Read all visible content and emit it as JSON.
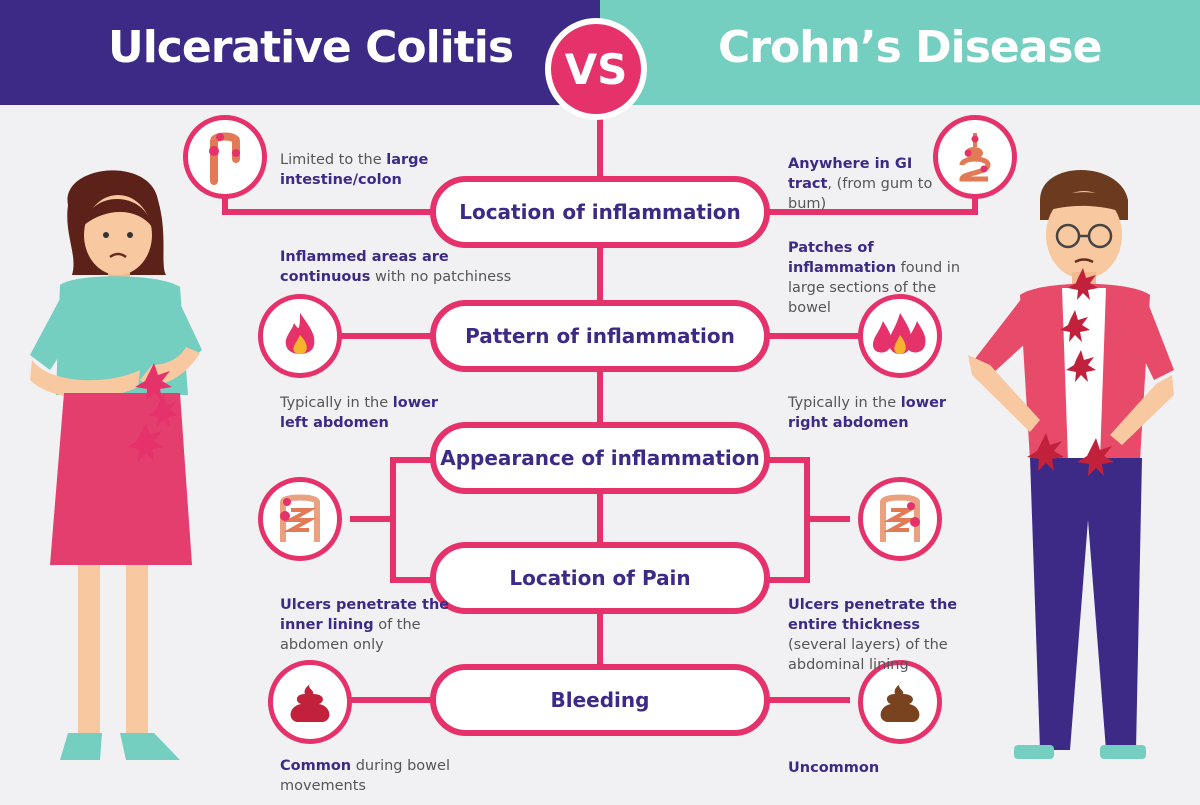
{
  "header": {
    "left_title": "Ulcerative Colitis",
    "vs": "VS",
    "right_title": "Crohn’s Disease"
  },
  "categories": [
    "Location of inflammation",
    "Pattern of inflammation",
    "Appearance of inflammation",
    "Location of Pain",
    "Bleeding"
  ],
  "uc": {
    "location": {
      "pre": "Limited to the ",
      "bold": "large intestine/colon",
      "post": ""
    },
    "pattern": {
      "pre": "",
      "bold": "Inflammed areas are continuous",
      "post": " with no patchiness"
    },
    "pain": {
      "pre": "Typically in the ",
      "bold": "lower left abdomen",
      "post": ""
    },
    "appearance": {
      "pre": "",
      "bold": "Ulcers penetrate the inner lining",
      "post": " of the abdomen only"
    },
    "bleeding": {
      "pre": "",
      "bold": "Common",
      "post": " during bowel movements"
    }
  },
  "crohns": {
    "location": {
      "pre": "",
      "bold": "Anywhere in GI tract",
      "post": ", (from gum to bum)"
    },
    "pattern": {
      "pre": "",
      "bold": "Patches of inflammation",
      "post": " found in large sections of the bowel"
    },
    "pain": {
      "pre": "Typically in the ",
      "bold": "lower right abdomen",
      "post": ""
    },
    "appearance": {
      "pre": "",
      "bold": "Ulcers penetrate the entire thickness",
      "post": " (several layers) of the abdominal lining"
    },
    "bleeding": {
      "pre": "",
      "bold": "Uncommon",
      "post": ""
    }
  },
  "colors": {
    "purple": "#3d2a86",
    "teal": "#74cfc1",
    "pink": "#e5326a",
    "blood": "#c2213b",
    "stool": "#7a4320"
  },
  "icons": {
    "uc_location": "colon-icon",
    "crohns_location": "gi-tract-icon",
    "uc_pattern": "single-flame-icon",
    "crohns_pattern": "multi-flame-icon",
    "uc_pain": "intestine-left-icon",
    "crohns_pain": "intestine-right-icon",
    "uc_bleeding": "bloody-stool-icon",
    "crohns_bleeding": "stool-icon"
  }
}
